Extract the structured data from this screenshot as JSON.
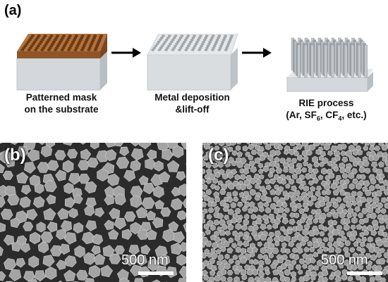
{
  "panels": {
    "a_label": "(a)",
    "b_label": "(b)",
    "c_label": "(c)"
  },
  "steps": [
    {
      "line1": "Patterned mask",
      "line2": "on the substrate"
    },
    {
      "line1": "Metal deposition",
      "line2": "&lift-off"
    },
    {
      "line1": "RIE process",
      "line2_prefix": "(Ar, SF",
      "sub1": "6",
      "line2_mid": ", CF",
      "sub2": "4",
      "line2_suffix": ", etc.)"
    }
  ],
  "sem": {
    "b_scale": "500 nm",
    "c_scale": "500 nm"
  },
  "colors": {
    "mask": "#b5733e",
    "substrate": "#d9dde0",
    "sem_bg": "#2b2b2b",
    "particle": "#a6a6a6"
  }
}
